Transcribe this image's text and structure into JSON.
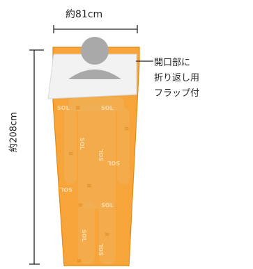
{
  "dimensions": {
    "width_label": "約81cm",
    "height_label": "約208cm"
  },
  "callout": {
    "lines": [
      "開口部に",
      "折り返し用",
      "フラップ付"
    ]
  },
  "print": {
    "logo_text": "SOL"
  },
  "colors": {
    "bag_orange": "#f7a53a",
    "bag_orange_edge": "#e58a12",
    "print_light": "#f8c27a",
    "print_dark": "#e08a1e",
    "flap": "#f2f2f2",
    "figure": "#a9a9a9",
    "line": "#222222"
  }
}
